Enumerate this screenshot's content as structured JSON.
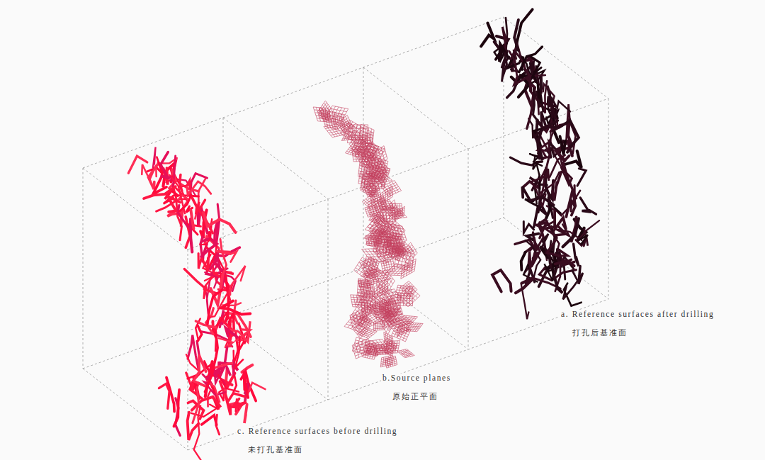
{
  "diagram": {
    "labels": [
      "a. Reference surfaces after drilling",
      "打孔后基准面",
      "b.Source planes",
      "原始正平面",
      "c. Reference surfaces before drilling",
      "未打孔基准面"
    ]
  }
}
